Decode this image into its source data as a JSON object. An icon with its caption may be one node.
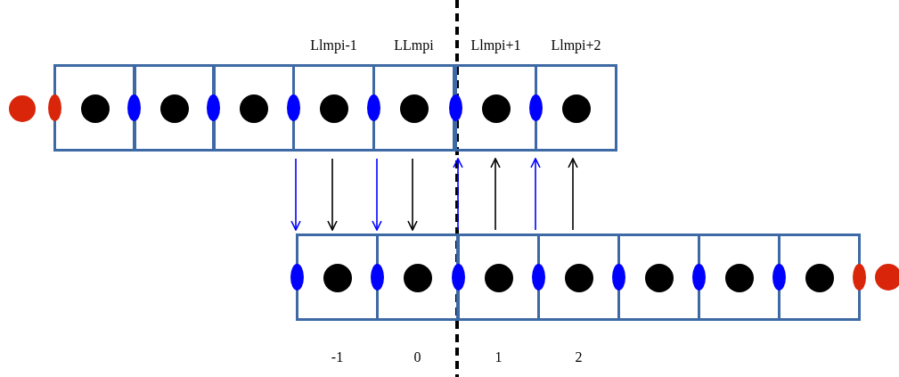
{
  "diagram": {
    "nodes": [
      {
        "text": [],
        "shape": "box"
      },
      {
        "text": [],
        "shape": "box"
      },
      {
        "text": [],
        "shape": "box"
      },
      {
        "text": [],
        "shape": "box",
        "beside": [
          "Llmpi-1"
        ]
      },
      {
        "text": [],
        "shape": "box",
        "beside": [
          "LLmpi"
        ]
      },
      {
        "text": [],
        "shape": "box",
        "beside": [
          "Llmpi+1"
        ]
      },
      {
        "text": [],
        "shape": "box",
        "beside": [
          "Llmpi+2"
        ]
      },
      {
        "text": [],
        "shape": "box",
        "beside": [
          "-1"
        ]
      },
      {
        "text": [],
        "shape": "box",
        "beside": [
          "0"
        ]
      },
      {
        "text": [],
        "shape": "box",
        "beside": [
          "1"
        ]
      },
      {
        "text": [],
        "shape": "box",
        "beside": [
          "2"
        ]
      },
      {
        "text": [],
        "shape": "box"
      },
      {
        "text": [],
        "shape": "box"
      },
      {
        "text": [],
        "shape": "box"
      }
    ],
    "edges": [
      {
        "from": 3,
        "to": 7,
        "arrow": "to",
        "color": "#0000ff"
      },
      {
        "from": 3,
        "to": 7,
        "arrow": "to",
        "color": "#000000"
      },
      {
        "from": 4,
        "to": 8,
        "arrow": "to",
        "color": "#0000ff"
      },
      {
        "from": 4,
        "to": 8,
        "arrow": "to",
        "color": "#000000"
      },
      {
        "from": 9,
        "to": 5,
        "arrow": "to",
        "color": "#0000ff"
      },
      {
        "from": 9,
        "to": 5,
        "arrow": "to",
        "color": "#000000"
      },
      {
        "from": 10,
        "to": 6,
        "arrow": "to",
        "color": "#0000ff"
      },
      {
        "from": 10,
        "to": 6,
        "arrow": "to",
        "color": "#000000"
      }
    ]
  }
}
